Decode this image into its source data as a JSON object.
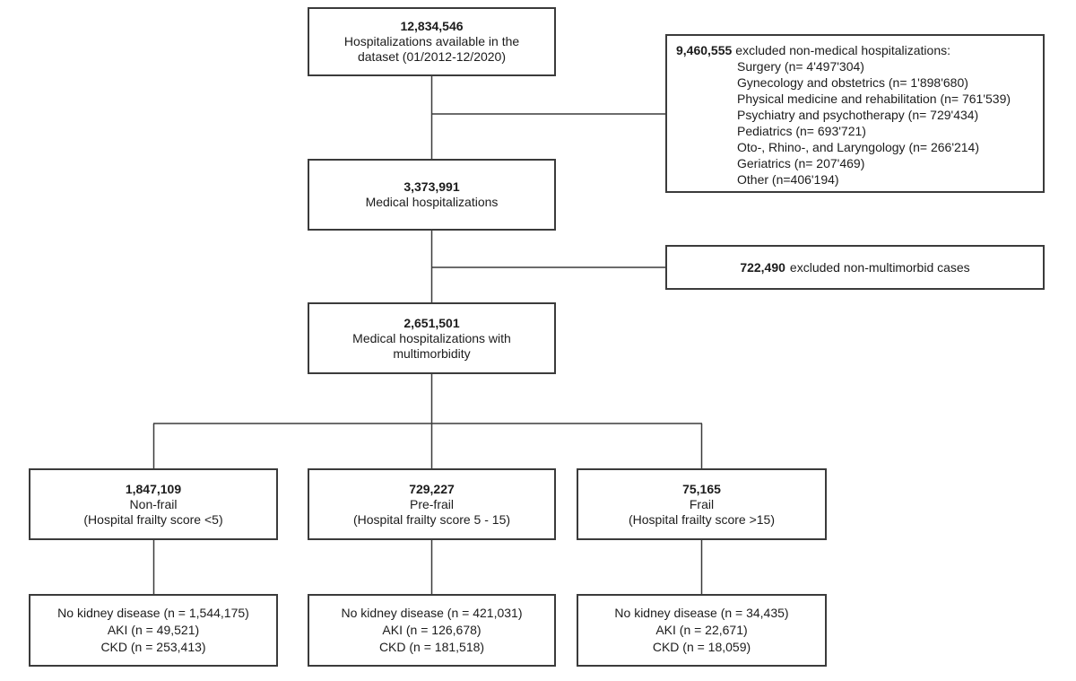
{
  "nodes": {
    "total": {
      "n": "12,834,546",
      "lines": [
        "Hospitalizations available in the",
        "dataset (01/2012-12/2020)"
      ]
    },
    "excluded_nonmedical": {
      "n": "9,460,555",
      "title": "excluded non-medical hospitalizations:",
      "items": [
        "Surgery (n= 4'497'304)",
        "Gynecology and obstetrics (n= 1'898'680)",
        "Physical medicine and rehabilitation (n= 761'539)",
        "Psychiatry and psychotherapy (n= 729'434)",
        "Pediatrics (n= 693'721)",
        "Oto-, Rhino-, and Laryngology (n= 266'214)",
        "Geriatrics (n= 207'469)",
        "Other (n=406'194)"
      ]
    },
    "medical": {
      "n": "3,373,991",
      "lines": [
        "Medical hospitalizations"
      ]
    },
    "excluded_nonmultimorbid": {
      "n": "722,490",
      "label": "excluded non-multimorbid cases"
    },
    "multimorbid": {
      "n": "2,651,501",
      "lines": [
        "Medical hospitalizations with",
        "multimorbidity"
      ]
    },
    "non_frail": {
      "n": "1,847,109",
      "lines": [
        "Non-frail",
        "(Hospital frailty score <5)"
      ]
    },
    "pre_frail": {
      "n": "729,227",
      "lines": [
        "Pre-frail",
        "(Hospital frailty score 5 - 15)"
      ]
    },
    "frail": {
      "n": "75,165",
      "lines": [
        "Frail",
        "(Hospital frailty score >15)"
      ]
    },
    "kidney_non_frail": {
      "lines": [
        "No kidney disease (n = 1,544,175)",
        "AKI (n = 49,521)",
        "CKD (n = 253,413)"
      ]
    },
    "kidney_pre_frail": {
      "lines": [
        "No kidney disease (n = 421,031)",
        "AKI (n = 126,678)",
        "CKD (n = 181,518)"
      ]
    },
    "kidney_frail": {
      "lines": [
        "No kidney disease (n = 34,435)",
        "AKI (n = 22,671)",
        "CKD (n = 18,059)"
      ]
    }
  },
  "colors": {
    "border": "#3b3b3b",
    "connector": "#3b3b3b",
    "text": "#1c1c1c",
    "background": "#ffffff"
  }
}
